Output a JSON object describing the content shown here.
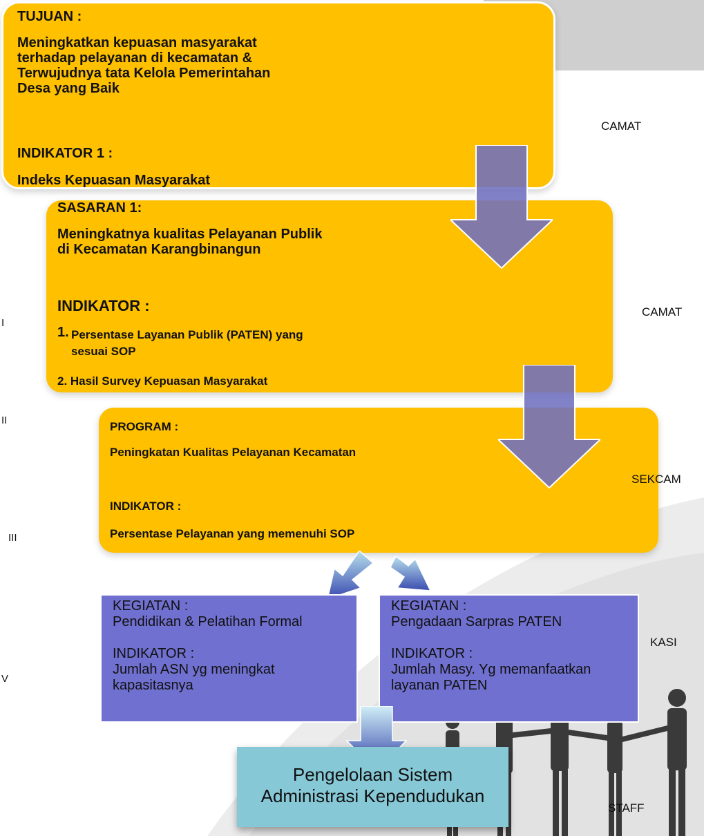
{
  "tujuan": {
    "heading": "TUJUAN :",
    "text": "Meningkatkan kepuasan masyarakat\nterhadap pelayanan di kecamatan &\nTerwujudnya tata Kelola Pemerintahan\nDesa yang Baik",
    "indicator_heading": "INDIKATOR 1 :",
    "indicator_text": "Indeks Kepuasan Masyarakat"
  },
  "sasaran": {
    "heading": "SASARAN 1:",
    "text": "Meningkatnya kualitas Pelayanan Publik\ndi Kecamatan Karangbinangun",
    "indicator_heading": "INDIKATOR :",
    "indicator_1_num": "1.",
    "indicator_1": "Persentase Layanan Publik (PATEN) yang\nsesuai SOP",
    "indicator_2": "2. Hasil Survey Kepuasan Masyarakat"
  },
  "program": {
    "heading": "PROGRAM :",
    "text": "Peningkatan Kualitas Pelayanan Kecamatan",
    "indicator_heading": "INDIKATOR :",
    "indicator_text": "Persentase Pelayanan yang memenuhi SOP"
  },
  "kegiatan": [
    {
      "heading": "KEGIATAN :",
      "text": "Pendidikan & Pelatihan Formal",
      "indicator_heading": "INDIKATOR :",
      "indicator_text": "Jumlah ASN yg meningkat\nkapasitasnya"
    },
    {
      "heading": "KEGIATAN :",
      "text": "Pengadaan Sarpras PATEN",
      "indicator_heading": "INDIKATOR :",
      "indicator_text": "Jumlah Masy. Yg memanfaatkan\nlayanan PATEN"
    }
  ],
  "output": "Pengelolaan Sistem\nAdministrasi Kependudukan",
  "roles": {
    "camat_1": "CAMAT",
    "camat_2": "CAMAT",
    "sekcam": "SEKCAM",
    "kasi": "KASI",
    "staff": "STAFF"
  },
  "levels": [
    "I",
    "II",
    "III",
    "V"
  ],
  "colors": {
    "gold": "#ffc000",
    "purple_box": "#7070d0",
    "arrow_purple": "#7b7bc8",
    "teal_box": "#86c8d6"
  }
}
